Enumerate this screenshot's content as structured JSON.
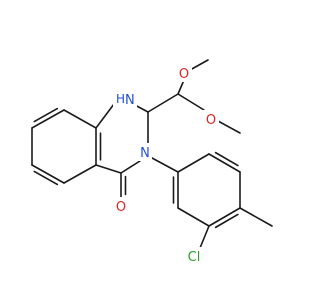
{
  "molecule": {
    "atoms": {
      "nh": {
        "text": "N",
        "color": "#1f4fd8"
      },
      "nh_h": {
        "text": "H",
        "color": "#1f4fd8"
      },
      "n3": {
        "text": "N",
        "color": "#1f4fd8"
      },
      "o_top": {
        "text": "O",
        "color": "#d62728"
      },
      "o_mid": {
        "text": "O",
        "color": "#d62728"
      },
      "o_co": {
        "text": "O",
        "color": "#d62728"
      },
      "cl": {
        "text": "Cl",
        "color": "#2ca02c"
      }
    }
  }
}
